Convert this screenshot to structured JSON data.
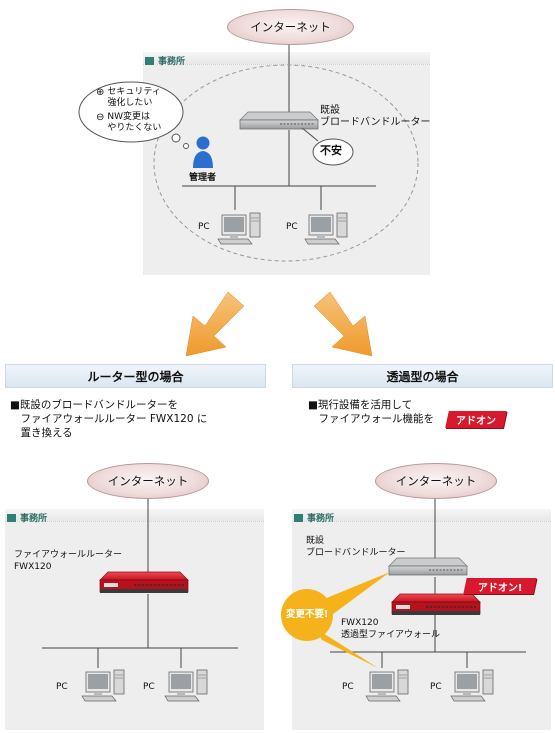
{
  "internet_label": "インターネット",
  "office_label": "事務所",
  "top": {
    "existing_router_label": "既設\nブロードバンドルーター",
    "anxiety_label": "不安",
    "admin_label": "管理者",
    "thought_items": [
      {
        "sign": "⊕",
        "text": "セキュリティ\n強化したい"
      },
      {
        "sign": "⊖",
        "text": "NW変更は\nやりたくない"
      }
    ],
    "pc_label": "PC"
  },
  "left": {
    "heading": "ルーター型の場合",
    "bullet": "■既設のブロードバンドルーターを\n　ファイアウォールルーター FWX120 に\n　置き換える",
    "device_label": "ファイアウォールルーター\nFWX120",
    "pc_label": "PC"
  },
  "right": {
    "heading": "透過型の場合",
    "bullet": "■現行設備を活用して\n　ファイアウォール機能を",
    "addon_badge": "アドオン",
    "existing_router_label": "既設\nブロードバンドルーター",
    "addon_badge2": "アドオン!",
    "no_change_label": "変更不要!",
    "device_label": "FWX120\n透過型ファイアウォール",
    "pc_label": "PC"
  },
  "colors": {
    "arrow": "#f3a640",
    "router_red": "#d7202e",
    "badge_red": "#d8182d",
    "callout_yellow": "#f5b21b",
    "admin_blue": "#2a6fd0",
    "office_bg": "#eeeeee"
  }
}
